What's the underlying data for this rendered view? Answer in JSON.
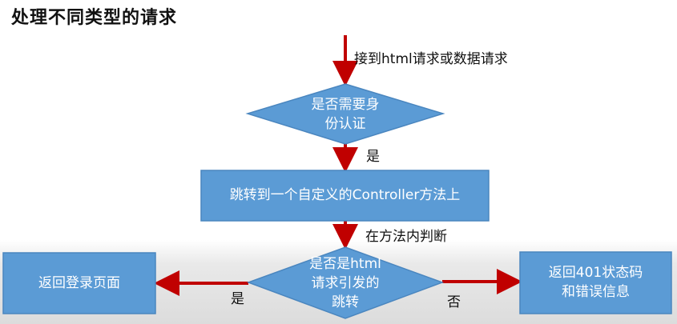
{
  "title": "处理不同类型的请求",
  "colors": {
    "shape_fill": "#5b9bd5",
    "shape_stroke": "#4a86bf",
    "arrow": "#c00000",
    "text_on_shape": "#ffffff",
    "edge_label": "#111111"
  },
  "flowchart": {
    "nodes": {
      "decision_auth": {
        "lines": [
          "是否需要身",
          "份认证"
        ]
      },
      "process_redirect": {
        "text": "跳转到一个自定义的Controller方法上"
      },
      "decision_html": {
        "lines": [
          "是否是html",
          "请求引发的",
          "跳转"
        ]
      },
      "process_login": {
        "text": "返回登录页面"
      },
      "process_401": {
        "lines": [
          "返回401状态码",
          "和错误信息"
        ]
      }
    },
    "edges": {
      "entry_label": "接到html请求或数据请求",
      "auth_yes_label": "是",
      "in_method_label": "在方法内判断",
      "html_yes_label": "是",
      "html_no_label": "否"
    }
  }
}
